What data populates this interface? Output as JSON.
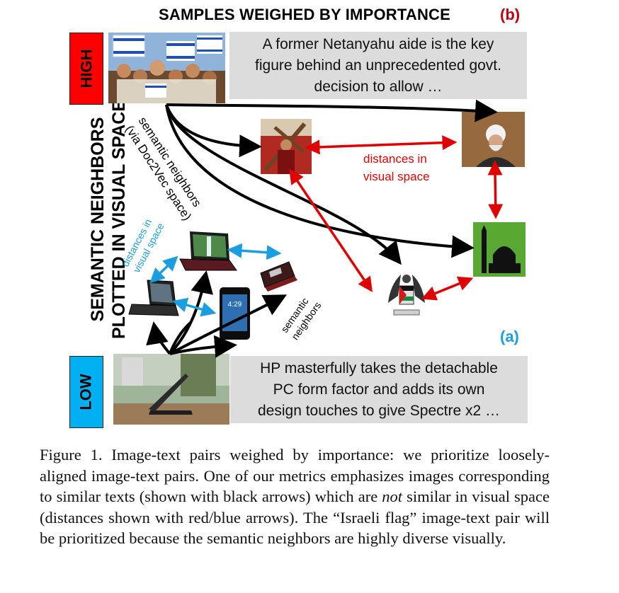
{
  "figure": {
    "title": "SAMPLES WEIGHED BY IMPORTANCE",
    "panel_b": "(b)",
    "panel_a": "(a)",
    "high_label": "HIGH",
    "low_label": "LOW",
    "side_line1": "SEMANTIC NEIGHBORS",
    "side_line2": "PLOTTED IN VISUAL SPACE",
    "high_text": [
      "A former Netanyahu aide is the key",
      "figure behind an unprecedented govt.",
      "decision to allow …"
    ],
    "low_text": [
      "HP masterfully takes the detachable",
      "PC form factor and adds its own",
      "design touches to give Spectre x2 …"
    ],
    "semantic_neighbors_top": [
      "semantic neighbors",
      "(via Doc2Vec space)"
    ],
    "distances_red": [
      "distances in",
      "visual space"
    ],
    "distances_blue": [
      "distances in",
      "visual space"
    ],
    "semantic_neighbors_bottom": [
      "semantic",
      "neighbors"
    ],
    "phone_time": "4:29",
    "colors": {
      "high": "#ff0000",
      "low": "#00b0f0",
      "red_arrow": "#e00000",
      "blue_arrow": "#1a9ee0",
      "panel_label_red": "#c0000f",
      "panel_label_blue": "#1a9ee0",
      "textbox": "#dcdcdc"
    },
    "images": [
      "israeli-flags-crowd",
      "procession-cross",
      "cleric-portrait",
      "mosque-silhouette",
      "palestinian-emblem",
      "laptop-black",
      "laptop-waterfall",
      "smartphone",
      "laptop-red",
      "detachable-pc-outdoor"
    ]
  },
  "caption": {
    "part1": "Figure 1.  Image-text pairs weighed by importance: we prioritize loosely-aligned image-text pairs. One of our metrics emphasizes images corresponding to similar texts (shown with black arrows) which are ",
    "emphasis": "not",
    "part2": " similar in visual space (distances shown with red/blue arrows). The “Israeli flag” image-text pair will be prioritized because the semantic neighbors are highly diverse visually."
  }
}
